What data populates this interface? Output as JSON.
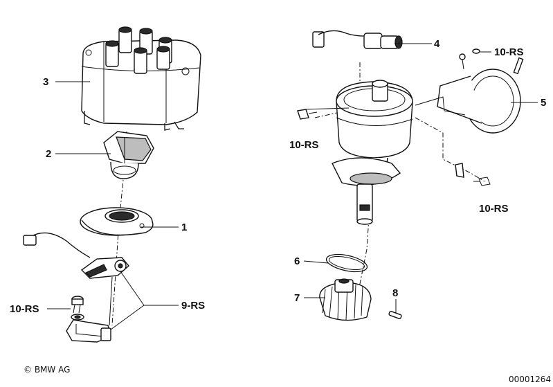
{
  "labels": {
    "l1": "1",
    "l2": "2",
    "l3": "3",
    "l4": "4",
    "l5": "5",
    "l6": "6",
    "l7": "7",
    "l8": "8",
    "l9": "9-RS",
    "l10a": "10-RS",
    "l10b": "10-RS",
    "l10c": "10-RS",
    "l10d": "10-RS"
  },
  "footer": {
    "copyright": "© BMW AG",
    "image_number": "00001264"
  }
}
